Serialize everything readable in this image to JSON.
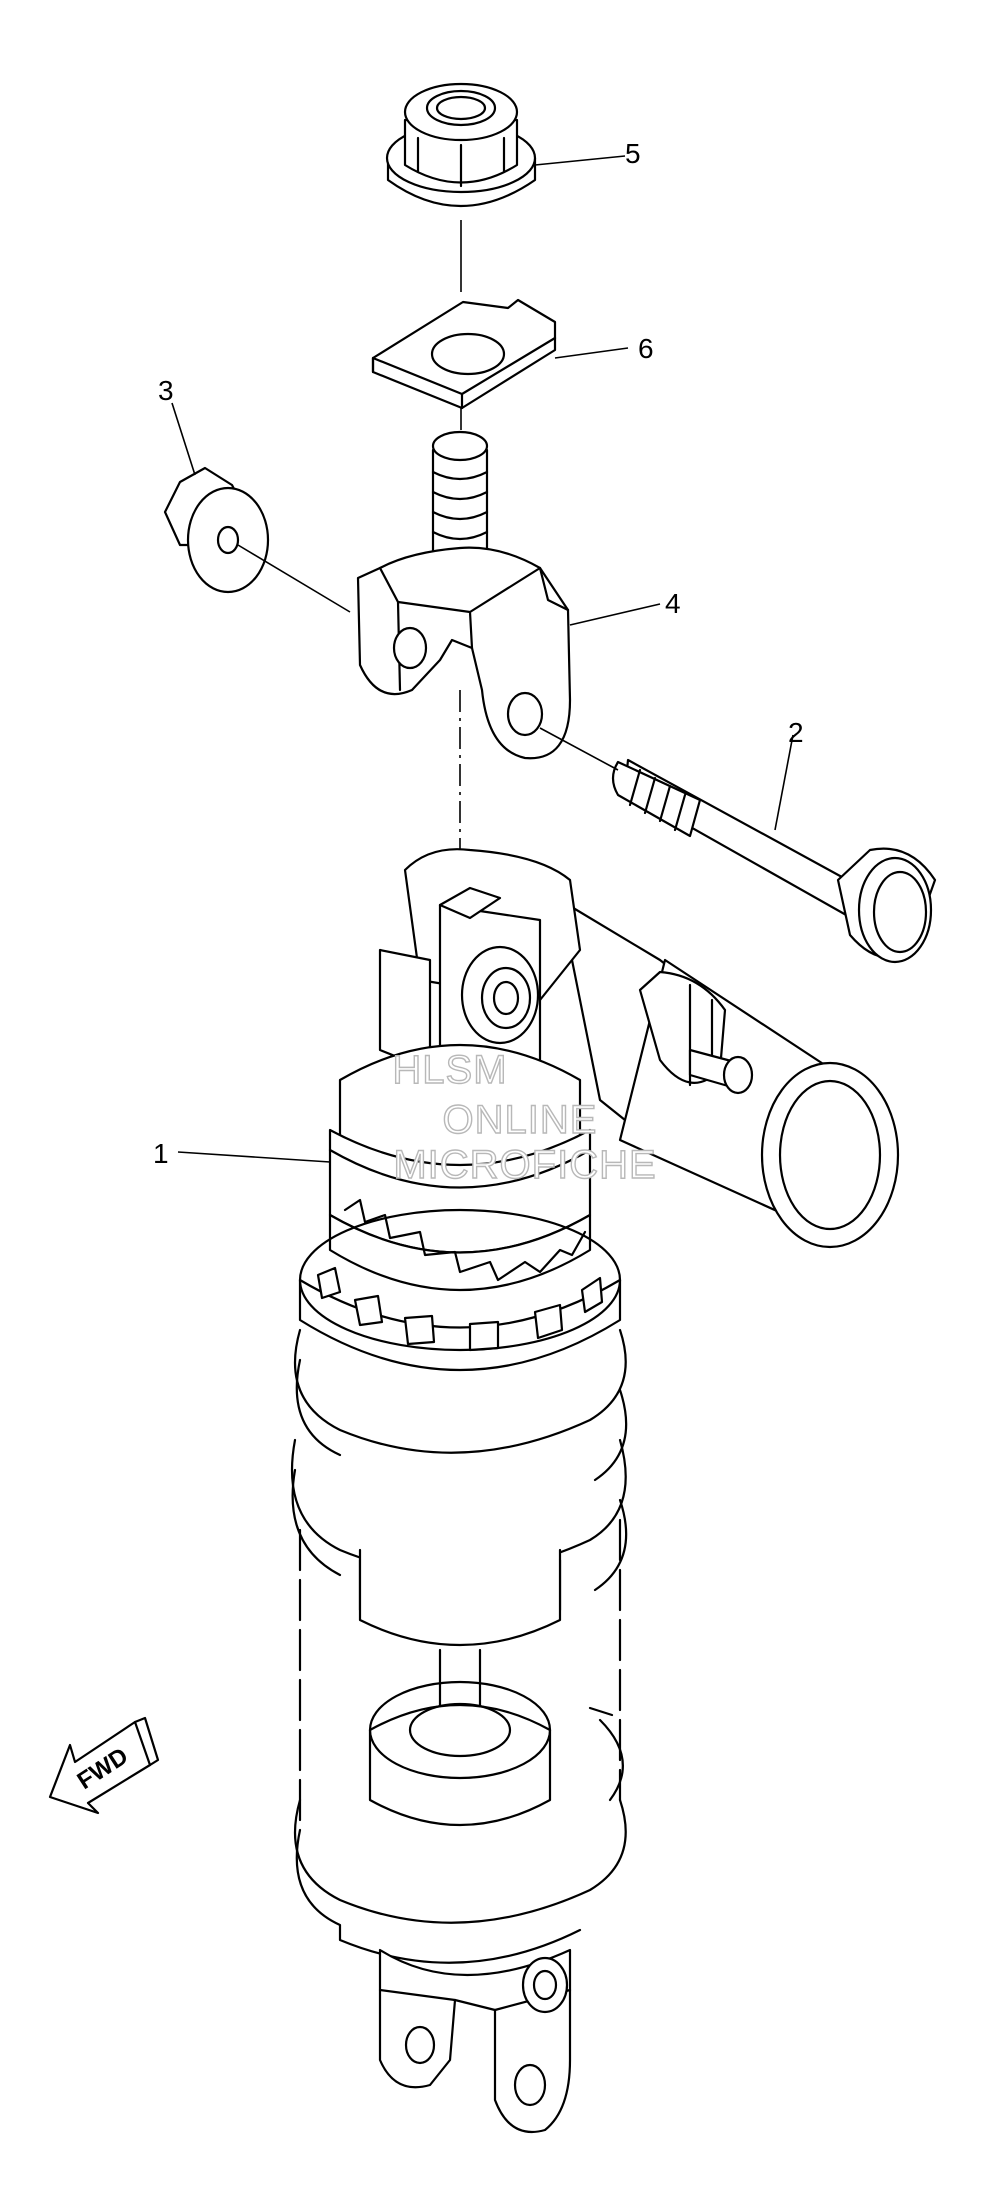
{
  "callouts": [
    {
      "id": "1",
      "label": "1"
    },
    {
      "id": "2",
      "label": "2"
    },
    {
      "id": "3",
      "label": "3"
    },
    {
      "id": "4",
      "label": "4"
    },
    {
      "id": "5",
      "label": "5"
    },
    {
      "id": "6",
      "label": "6"
    }
  ],
  "watermark": {
    "line1": "HLSM",
    "line2": "ONLINE",
    "line3": "MICROFICHE"
  },
  "direction_label": "FWD",
  "colors": {
    "line": "#000000",
    "background": "#ffffff",
    "watermark": "#b8b8b8"
  }
}
